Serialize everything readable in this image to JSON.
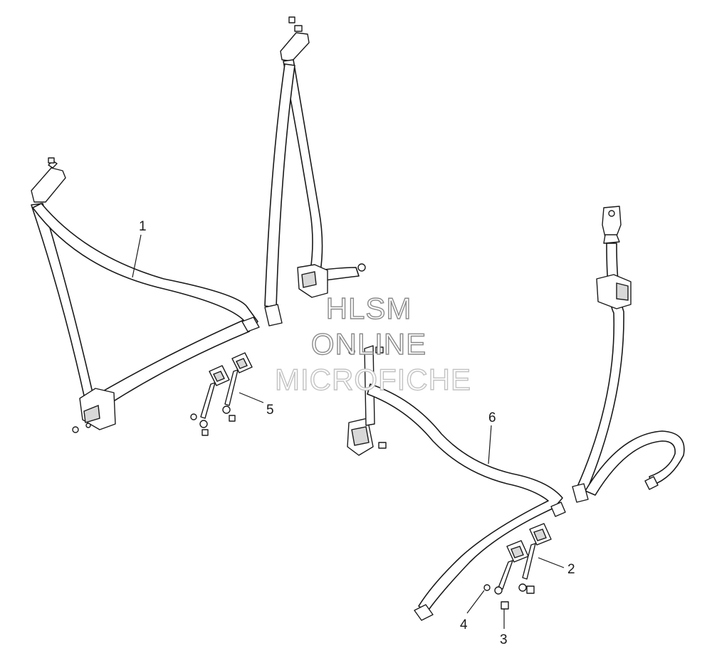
{
  "callouts": {
    "c1": "1",
    "c2": "2",
    "c3": "3",
    "c4": "4",
    "c5": "5",
    "c6": "6"
  },
  "watermark": {
    "line1": "HLSM",
    "line2": "ONLINE",
    "line3": "MICROFICHE"
  }
}
